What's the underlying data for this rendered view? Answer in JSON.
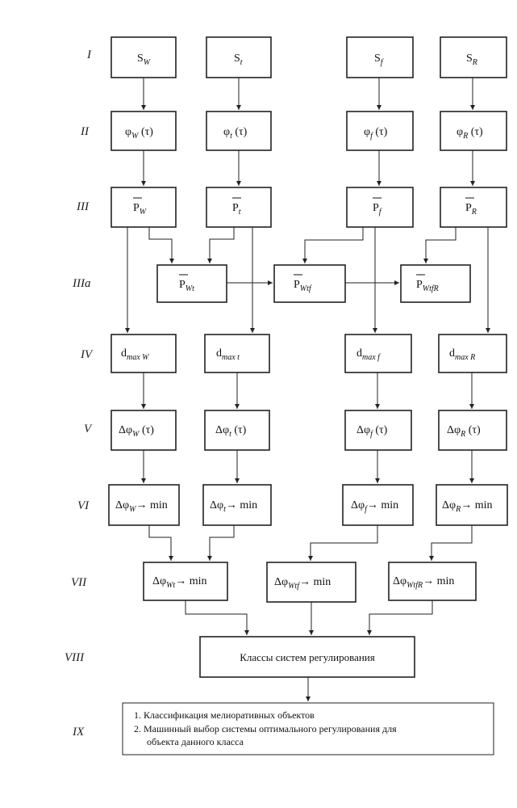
{
  "levels": [
    "I",
    "II",
    "III",
    "IIIa",
    "IV",
    "V",
    "VI",
    "VII",
    "VIII",
    "IX"
  ],
  "boxes": {
    "s_w": {
      "main": "S",
      "sub": "W"
    },
    "s_t": {
      "main": "S",
      "sub": "t"
    },
    "s_f": {
      "main": "S",
      "sub": "f"
    },
    "s_r": {
      "main": "S",
      "sub": "R"
    },
    "phi_w": {
      "main": "φ",
      "sub": "W",
      "tail": " (τ)"
    },
    "phi_t": {
      "main": "φ",
      "sub": "t",
      "tail": " (τ)"
    },
    "phi_f": {
      "main": "φ",
      "sub": "f",
      "tail": " (τ)"
    },
    "phi_r": {
      "main": "φ",
      "sub": "R",
      "tail": " (τ)"
    },
    "p_w": {
      "main": "P",
      "sub": "W"
    },
    "p_t": {
      "main": "P",
      "sub": "t"
    },
    "p_f": {
      "main": "P",
      "sub": "f"
    },
    "p_r": {
      "main": "P",
      "sub": "R"
    },
    "p_wt": {
      "main": "P",
      "sub": "Wt"
    },
    "p_wtf": {
      "main": "P",
      "sub": "Wtf"
    },
    "p_wtfr": {
      "main": "P",
      "sub": "WtfR"
    },
    "d_w": {
      "main": "d",
      "sub": "max W"
    },
    "d_t": {
      "main": "d",
      "sub": "max t"
    },
    "d_f": {
      "main": "d",
      "sub": "max f"
    },
    "d_r": {
      "main": "d",
      "sub": "max R"
    },
    "dphi_w": {
      "main": "Δφ",
      "sub": "W",
      "tail": " (τ)"
    },
    "dphi_t": {
      "main": "Δφ",
      "sub": "t",
      "tail": " (τ)"
    },
    "dphi_f": {
      "main": "Δφ",
      "sub": "f",
      "tail": " (τ)"
    },
    "dphi_r": {
      "main": "Δφ",
      "sub": "R",
      "tail": " (τ)"
    },
    "min_w": {
      "main": "Δφ",
      "sub": "W",
      "tail": "→ min"
    },
    "min_t": {
      "main": "Δφ",
      "sub": "t",
      "tail": "→ min"
    },
    "min_f": {
      "main": "Δφ",
      "sub": "f",
      "tail": "→ min"
    },
    "min_r": {
      "main": "Δφ",
      "sub": "R",
      "tail": "→ min"
    },
    "min_wt": {
      "main": "Δφ",
      "sub": "Wt",
      "tail": "→ min"
    },
    "min_wtf": {
      "main": "Δφ",
      "sub": "Wtf",
      "tail": "→ min"
    },
    "min_wtfr": {
      "main": "Δφ",
      "sub": "WtfR",
      "tail": "→ min"
    },
    "classes": {
      "text": "Классы систем регулирования"
    },
    "final": {
      "line1": "1. Классификация мелиоративных объектов",
      "line2": "2. Машинный выбор системы оптимального регулирования для",
      "line3": "объекта данного класса"
    }
  }
}
